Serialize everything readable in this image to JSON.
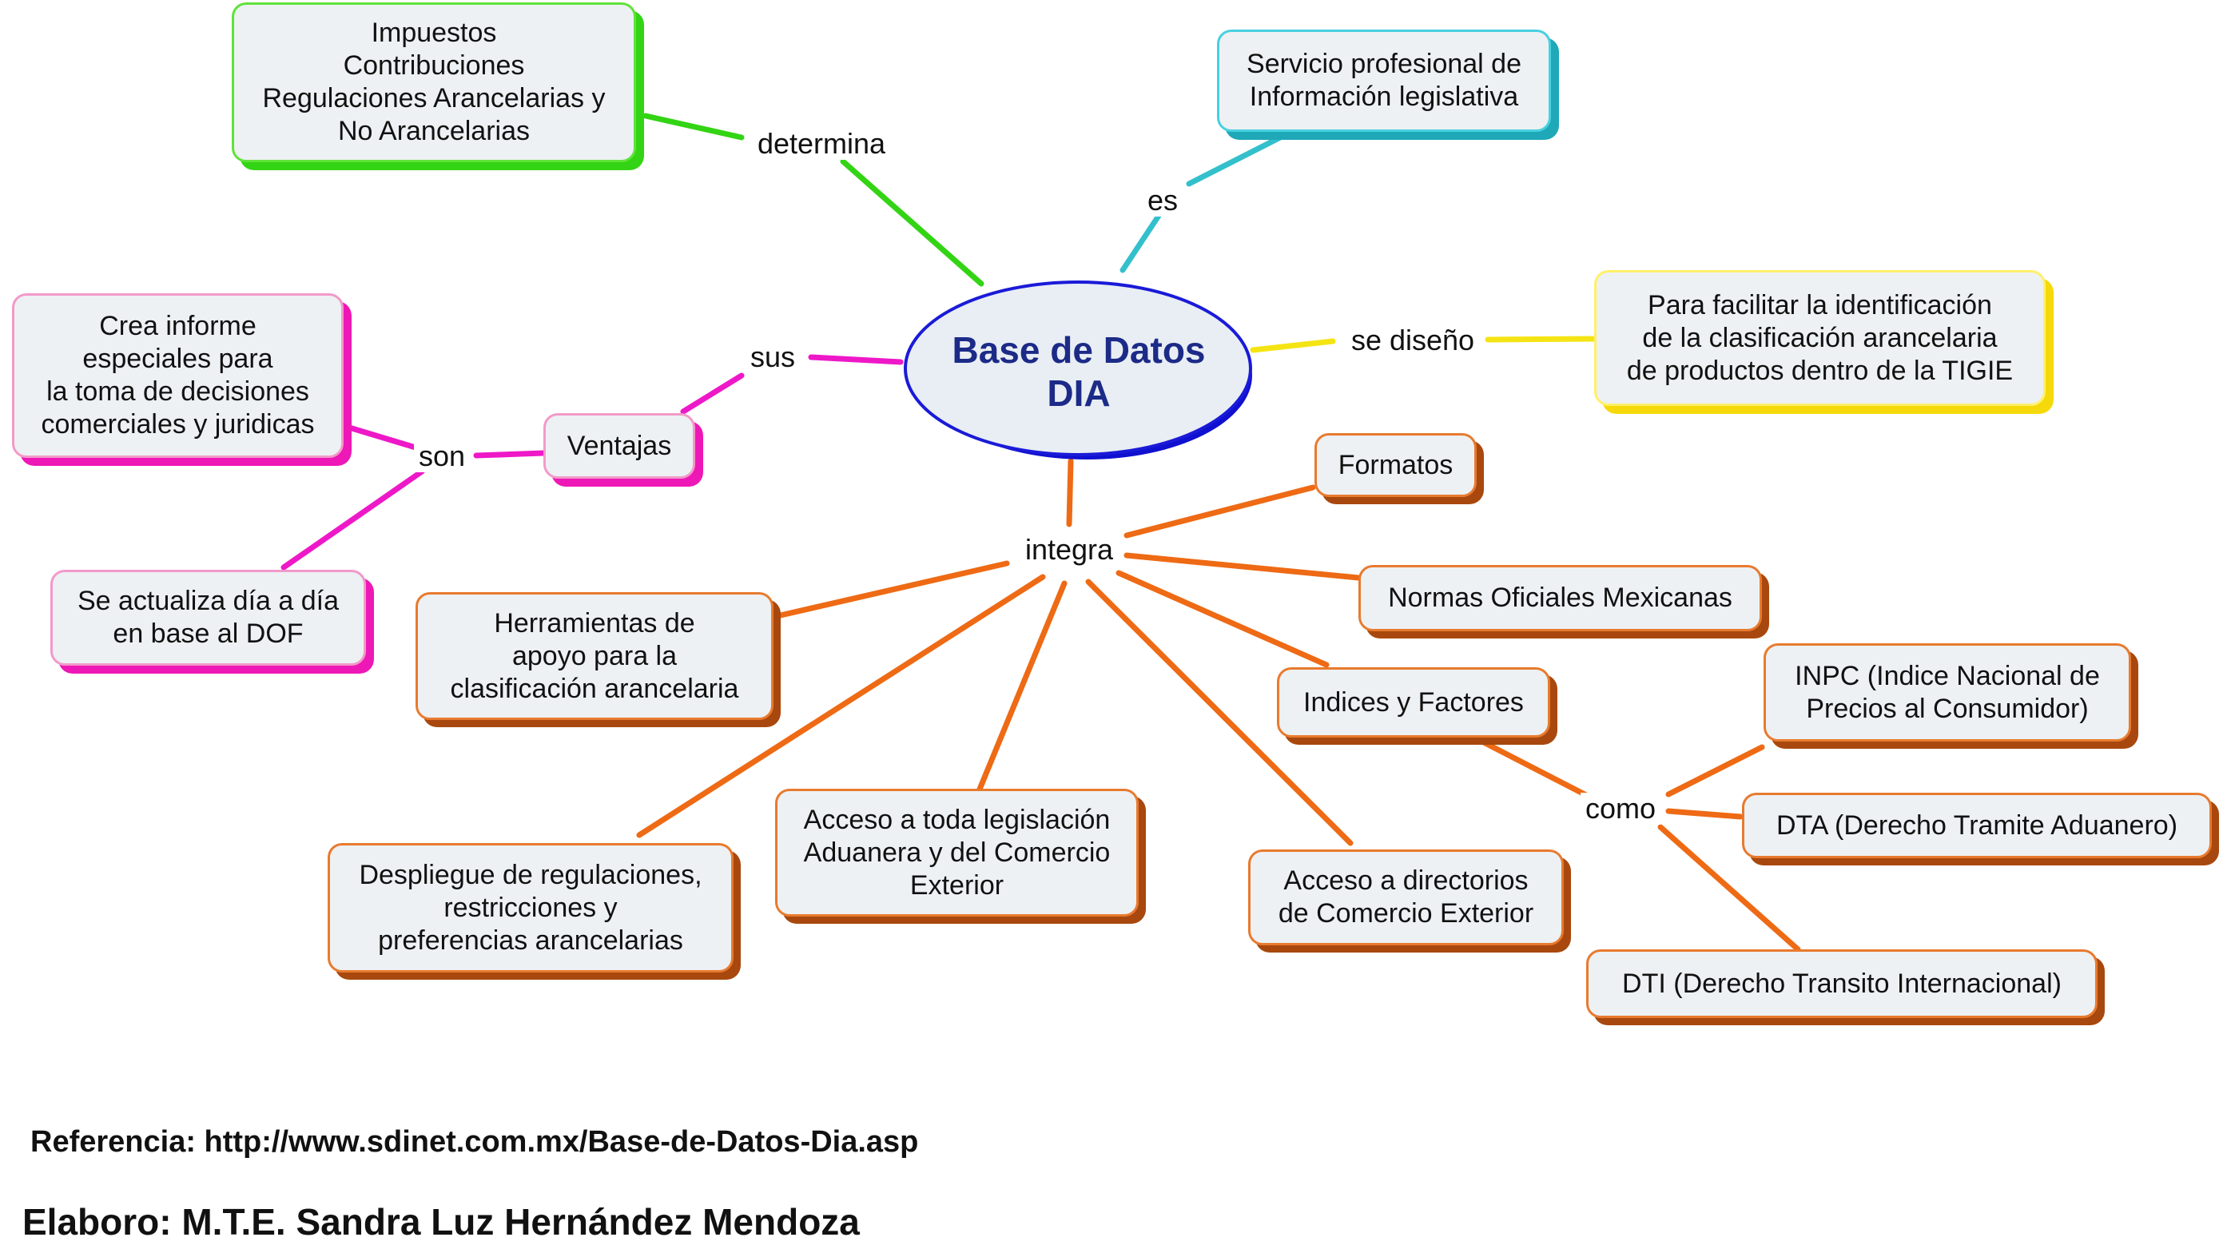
{
  "center": {
    "title": "Base de Datos\nDIA"
  },
  "links": {
    "determina": "determina",
    "es": "es",
    "se_diseno": "se diseño",
    "sus": "sus",
    "son": "son",
    "integra": "integra",
    "como": "como"
  },
  "nodes": {
    "impuestos": "Impuestos\nContribuciones\nRegulaciones Arancelarias y\nNo Arancelarias",
    "servicio": "Servicio profesional de\nInformación legislativa",
    "facilitar": "Para facilitar la identificación\nde la clasificación arancelaria\nde productos dentro de la TIGIE",
    "ventajas": "Ventajas",
    "crea_informe": "Crea informe\nespeciales para\nla toma de decisiones\ncomerciales y juridicas",
    "actualiza": "Se actualiza día a día\nen base al DOF",
    "formatos": "Formatos",
    "normas": "Normas Oficiales Mexicanas",
    "indices": "Indices y Factores",
    "herramientas": "Herramientas de\napoyo para la\nclasificación arancelaria",
    "despliegue": "Despliegue de regulaciones,\nrestricciones y\npreferencias arancelarias",
    "acceso_legislacion": "Acceso a toda legislación\nAduanera y del Comercio\nExterior",
    "acceso_directorios": "Acceso a directorios\nde Comercio Exterior",
    "inpc": "INPC (Indice Nacional de\nPrecios al Consumidor)",
    "dta": "DTA (Derecho Tramite Aduanero)",
    "dti": "DTI (Derecho Transito Internacional)"
  },
  "footer": {
    "referencia": "Referencia: http://www.sdinet.com.mx/Base-de-Datos-Dia.asp",
    "elaboro": "Elaboro: M.T.E. Sandra Luz Hernández Mendoza"
  },
  "colors": {
    "green": "#33d414",
    "cyan": "#33c0cc",
    "yellow": "#f5e414",
    "magenta": "#ee18c8",
    "orange": "#ee6a14",
    "center_border": "#1a1ad8",
    "center_text": "#1c2a88"
  }
}
